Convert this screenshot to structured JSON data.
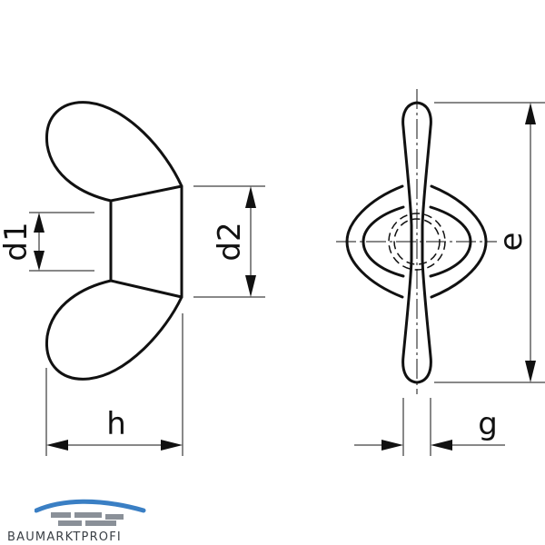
{
  "labels": {
    "d1": "d1",
    "d2": "d2",
    "h": "h",
    "e": "e",
    "g": "g"
  },
  "brand": {
    "name": "BAUMARKTPROFI",
    "colors": {
      "roof": "#3a7fc4",
      "bricks": "#8a9098",
      "text": "#3a3f45"
    }
  }
}
